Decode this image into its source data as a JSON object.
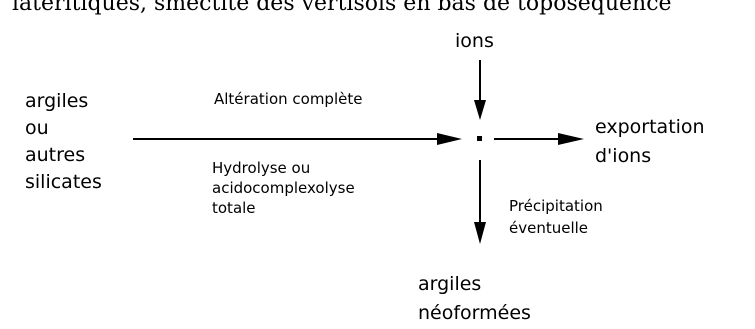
{
  "top_text": "latéritiques, smectite des vertisols en bas de toposéquence",
  "nodes": {
    "input": [
      "argiles",
      "ou",
      "autres",
      "silicates"
    ],
    "ions_in": "ions",
    "export": [
      "exportation",
      "d'ions"
    ],
    "output": [
      "argiles",
      "néoformées"
    ]
  },
  "edge_labels": {
    "above": "Altération complète",
    "below": [
      "Hydrolyse ou",
      "acidocomplexolyse",
      "totale"
    ],
    "precip": [
      "Précipitation",
      "éventuelle"
    ]
  },
  "colors": {
    "ink": "#000000",
    "background": "#ffffff"
  }
}
